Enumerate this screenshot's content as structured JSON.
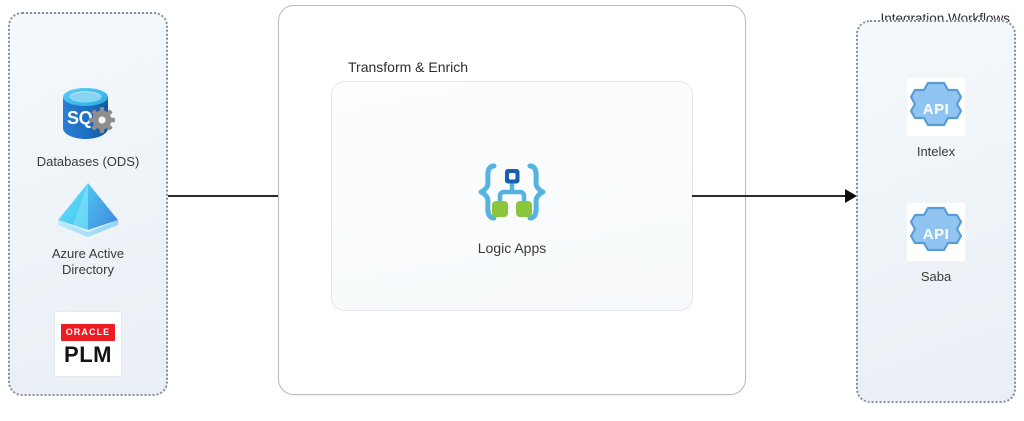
{
  "diagram": {
    "title": "Integration Workflows",
    "inner_title": "Transform & Enrich",
    "colors": {
      "panel_fill_start": "#f5f9fc",
      "panel_fill_end": "#e9eff5",
      "panel_border": "#8a8f96",
      "middle_border": "#b9bcc0",
      "arrow": "#0d0d0d",
      "sql_blue": "#1b6ec2",
      "sql_top_blue": "#3ab0e8",
      "gear_gray": "#8a8a8a",
      "aad_cyan": "#31c7f4",
      "aad_blue": "#3f8fe0",
      "oracle_red": "#ec1b24",
      "logic_braces_blue": "#55b3e0",
      "logic_node_blue": "#1560b0",
      "logic_node_green": "#8cc63f",
      "api_gear_blue": "#8fc5f0",
      "api_gear_stroke": "#5b9bd5",
      "label_text": "#3a3a3a"
    }
  },
  "left_panel": {
    "name": "source-systems",
    "nodes": [
      {
        "id": "databases-ods",
        "icon": "sql-database-icon",
        "label": "Databases (ODS)"
      },
      {
        "id": "azure-active-directory",
        "icon": "azure-active-directory-icon",
        "label": "Azure Active\nDirectory"
      },
      {
        "id": "oracle-plm",
        "icon": "oracle-plm-icon",
        "label": "",
        "logo": {
          "top_text": "ORACLE",
          "bottom_text": "PLM"
        }
      }
    ]
  },
  "middle_panel": {
    "name": "integration-workflows",
    "title": "Integration Workflows",
    "inner": {
      "name": "transform-and-enrich",
      "title": "Transform & Enrich",
      "node": {
        "id": "logic-apps",
        "icon": "logic-apps-icon",
        "label": "Logic Apps"
      }
    }
  },
  "right_panel": {
    "name": "target-systems",
    "nodes": [
      {
        "id": "intelex",
        "icon": "api-gear-icon",
        "label": "Intelex",
        "badge": "API"
      },
      {
        "id": "saba",
        "icon": "api-gear-icon",
        "label": "Saba",
        "badge": "API"
      }
    ]
  },
  "arrows": [
    {
      "id": "arrow-sources-to-workflows",
      "from": "source-systems",
      "to": "transform-and-enrich"
    },
    {
      "id": "arrow-workflows-to-targets",
      "from": "integration-workflows",
      "to": "target-systems"
    }
  ]
}
